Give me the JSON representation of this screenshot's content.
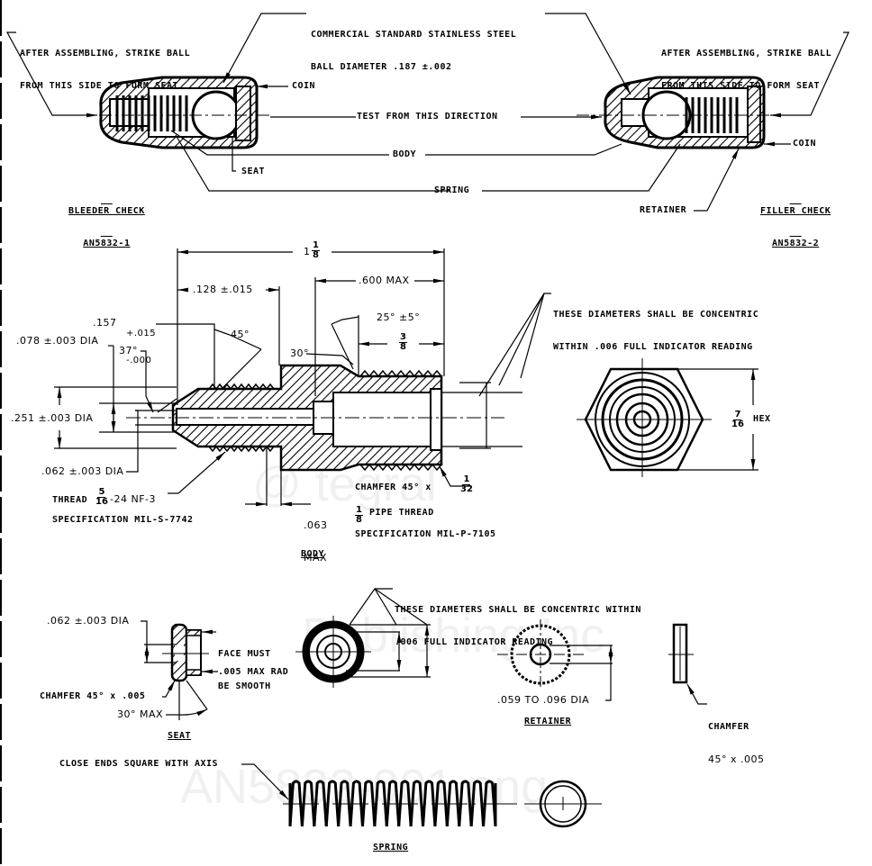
{
  "drawing": {
    "watermark": [
      "@ tegral",
      "Publishing Inc",
      "AN5832-001.png"
    ],
    "assembly": {
      "ball_note": [
        "COMMERCIAL STANDARD STAINLESS STEEL",
        "BALL DIAMETER .187 ±.002"
      ],
      "left_strike_note": [
        "AFTER ASSEMBLING, STRIKE BALL",
        "FROM THIS SIDE TO FORM SEAT"
      ],
      "right_strike_note": [
        "AFTER ASSEMBLING, STRIKE BALL",
        "FROM THIS SIDE TO FORM SEAT"
      ],
      "coin_left": "COIN",
      "coin_right": "COIN",
      "test_direction": "TEST FROM THIS DIRECTION",
      "body": "BODY",
      "seat": "SEAT",
      "spring": "SPRING",
      "retainer": "RETAINER",
      "bleeder_title": "BLEEDER CHECK",
      "bleeder_part": "AN5832-1",
      "filler_title": "FILLER CHECK",
      "filler_part": "AN5832-2"
    },
    "body_view": {
      "overall_length_whole": "1",
      "overall_length_num": "1",
      "overall_length_den": "8",
      "dim_128": ".128 ±.015",
      "dim_600": ".600 MAX",
      "dim_157": ".157",
      "dim_157_tol_plus": "+.015",
      "dim_157_tol_minus": "-.000",
      "angle_45": "45°",
      "angle_25": "25° ±5°",
      "angle_30": "30°",
      "angle_37": "37°",
      "dim_3_8_num": "3",
      "dim_3_8_den": "8",
      "dim_078": ".078 ±.003 DIA",
      "dim_251": ".251 ±.003 DIA",
      "dim_062": ".062 ±.003 DIA",
      "thread_label": "THREAD",
      "thread_num": "5",
      "thread_den": "16",
      "thread_spec": "-24 NF-3",
      "spec_1": "SPECIFICATION MIL-S-7742",
      "dim_063": [
        ".063",
        "MAX"
      ],
      "chamfer_label": "CHAMFER 45° x",
      "chamfer_num": "1",
      "chamfer_den": "32",
      "pipe_num": "1",
      "pipe_den": "8",
      "pipe_thread": "PIPE THREAD",
      "spec_2": "SPECIFICATION MIL-P-7105",
      "concentric_note": [
        "THESE DIAMETERS SHALL BE CONCENTRIC",
        "WITHIN .006 FULL INDICATOR READING"
      ],
      "hex_num": "7",
      "hex_den": "16",
      "hex_label": "HEX",
      "title": "BODY"
    },
    "seat_view": {
      "dim_062": ".062 ±.003 DIA",
      "face_note": [
        "FACE MUST",
        "BE SMOOTH"
      ],
      "rad_note": ".005 MAX RAD",
      "chamfer": "CHAMFER 45° x .005",
      "angle": "30° MAX",
      "title": "SEAT"
    },
    "retainer_view": {
      "concentric_note": [
        "THESE DIAMETERS SHALL BE CONCENTRIC WITHIN",
        ".006 FULL INDICATOR READING"
      ],
      "dia": ".059 TO .096 DIA",
      "chamfer": [
        "CHAMFER",
        "45° x .005"
      ],
      "title": "RETAINER"
    },
    "spring_view": {
      "note": "CLOSE ENDS SQUARE WITH AXIS",
      "title": "SPRING",
      "coil_count": 17
    }
  }
}
